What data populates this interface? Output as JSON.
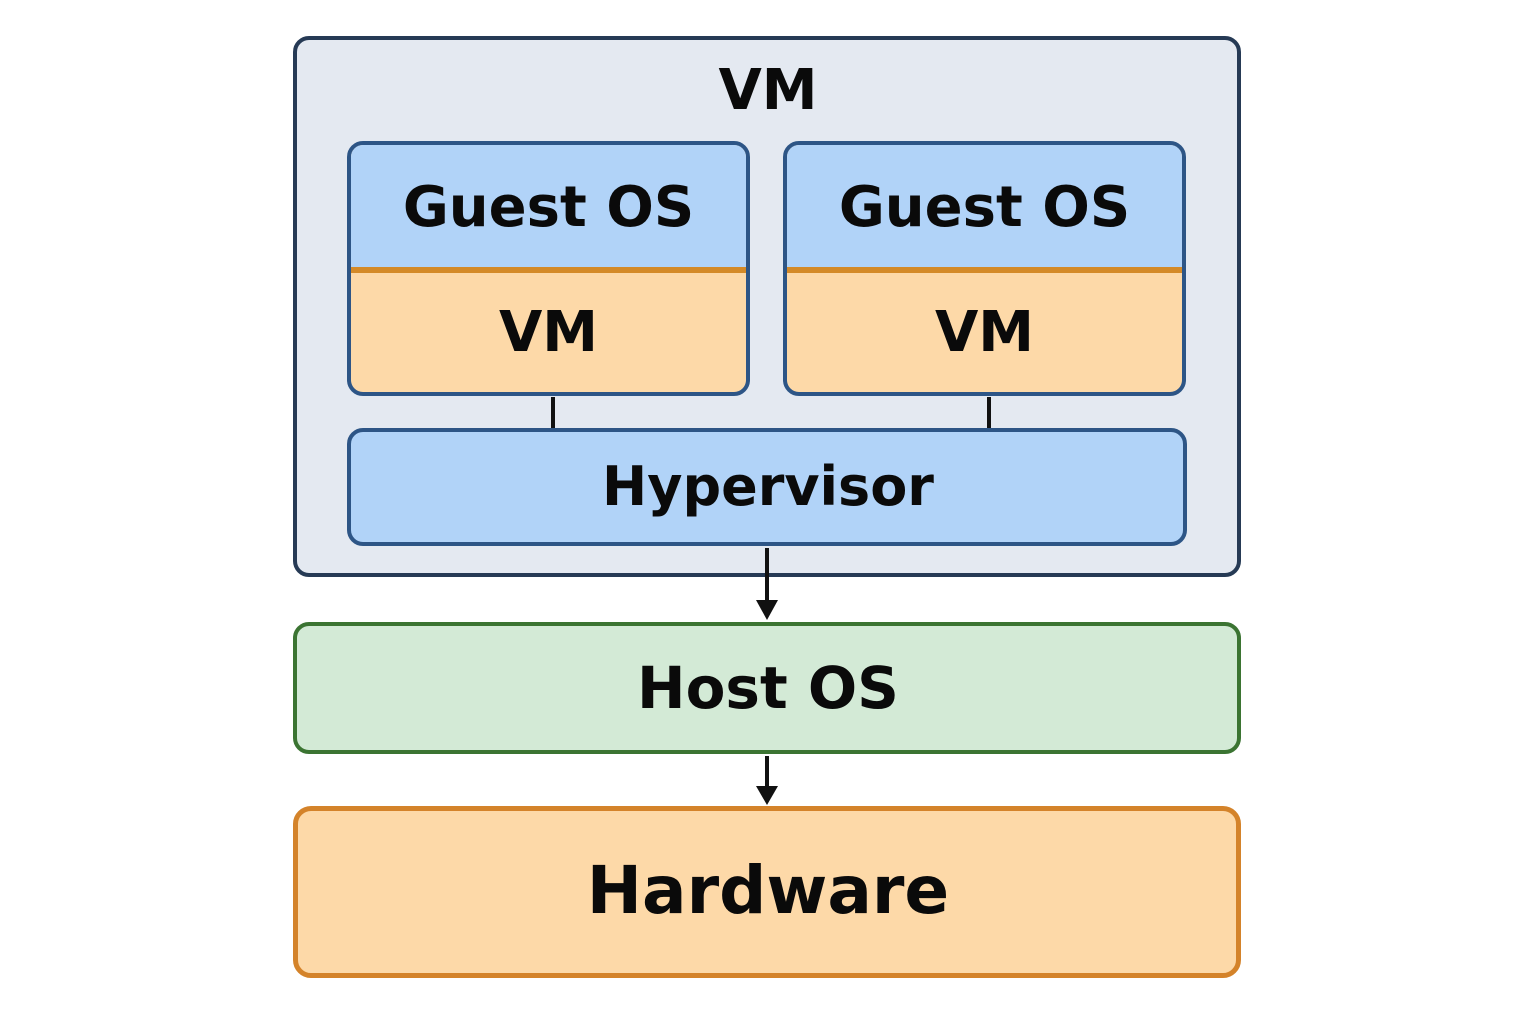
{
  "diagram": {
    "outer": {
      "title": "VM"
    },
    "guests": [
      {
        "guest_label": "Guest OS",
        "vm_label": "VM"
      },
      {
        "guest_label": "Guest OS",
        "vm_label": "VM"
      }
    ],
    "hypervisor": {
      "label": "Hypervisor"
    },
    "host": {
      "label": "Host OS"
    },
    "hardware": {
      "label": "Hardware"
    },
    "colors": {
      "outer_fill": "#e4e9f1",
      "outer_border": "#263a55",
      "blue_fill": "#b1d3f8",
      "blue_border": "#2d5586",
      "orange_fill": "#fdd9a8",
      "orange_border": "#d4832a",
      "green_fill": "#d3ead6",
      "green_border": "#3b7432"
    },
    "edges": [
      {
        "from": "guest-1",
        "to": "hypervisor",
        "type": "line"
      },
      {
        "from": "guest-2",
        "to": "hypervisor",
        "type": "line"
      },
      {
        "from": "hypervisor",
        "to": "host-os",
        "type": "arrow"
      },
      {
        "from": "host-os",
        "to": "hardware",
        "type": "arrow"
      }
    ]
  }
}
